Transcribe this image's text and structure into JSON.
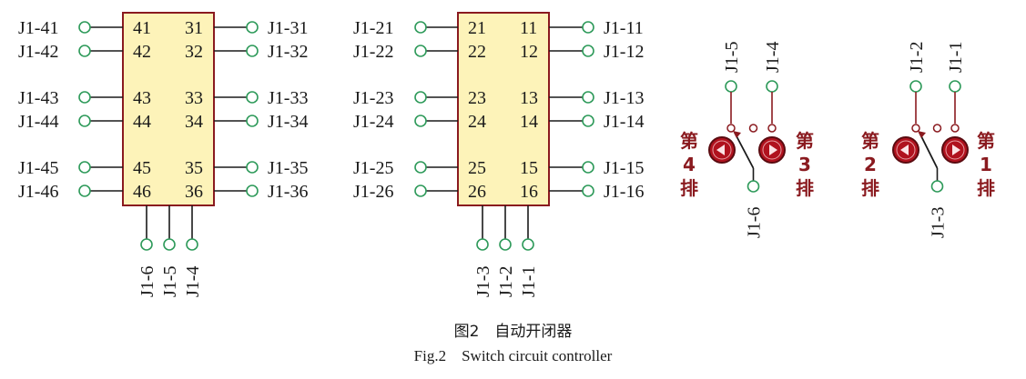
{
  "blocks": [
    {
      "id": "block-4x",
      "left_pins": [
        {
          "label": "J1-41",
          "pin": "41"
        },
        {
          "label": "J1-42",
          "pin": "42"
        },
        {
          "label": "J1-43",
          "pin": "43"
        },
        {
          "label": "J1-44",
          "pin": "44"
        },
        {
          "label": "J1-45",
          "pin": "45"
        },
        {
          "label": "J1-46",
          "pin": "46"
        }
      ],
      "right_pins": [
        {
          "label": "J1-31",
          "pin": "31"
        },
        {
          "label": "J1-32",
          "pin": "32"
        },
        {
          "label": "J1-33",
          "pin": "33"
        },
        {
          "label": "J1-34",
          "pin": "34"
        },
        {
          "label": "J1-35",
          "pin": "35"
        },
        {
          "label": "J1-36",
          "pin": "36"
        }
      ],
      "bottom_pins": [
        "J1-6",
        "J1-5",
        "J1-4"
      ]
    },
    {
      "id": "block-2x",
      "left_pins": [
        {
          "label": "J1-21",
          "pin": "21"
        },
        {
          "label": "J1-22",
          "pin": "22"
        },
        {
          "label": "J1-23",
          "pin": "23"
        },
        {
          "label": "J1-24",
          "pin": "24"
        },
        {
          "label": "J1-25",
          "pin": "25"
        },
        {
          "label": "J1-26",
          "pin": "26"
        }
      ],
      "right_pins": [
        {
          "label": "J1-11",
          "pin": "11"
        },
        {
          "label": "J1-12",
          "pin": "12"
        },
        {
          "label": "J1-13",
          "pin": "13"
        },
        {
          "label": "J1-14",
          "pin": "14"
        },
        {
          "label": "J1-15",
          "pin": "15"
        },
        {
          "label": "J1-16",
          "pin": "16"
        }
      ],
      "bottom_pins": [
        "J1-3",
        "J1-2",
        "J1-1"
      ]
    }
  ],
  "switches": [
    {
      "top_left": "J1-5",
      "top_right": "J1-4",
      "bottom": "J1-6",
      "left_row": [
        "第",
        "4",
        "排"
      ],
      "right_row": [
        "第",
        "3",
        "排"
      ]
    },
    {
      "top_left": "J1-2",
      "top_right": "J1-1",
      "bottom": "J1-3",
      "left_row": [
        "第",
        "2",
        "排"
      ],
      "right_row": [
        "第",
        "1",
        "排"
      ]
    }
  ],
  "caption": {
    "cn": "图2　自动开闭器",
    "en": "Fig.2　Switch circuit controller"
  },
  "colors": {
    "block_fill": "#fdf3b9",
    "block_stroke": "#8a1a1f",
    "terminal": "#2e9a5a",
    "wire": "#1a1a1a",
    "switch_red": "#8a1a1f",
    "switch_fill": "#b0121e"
  }
}
